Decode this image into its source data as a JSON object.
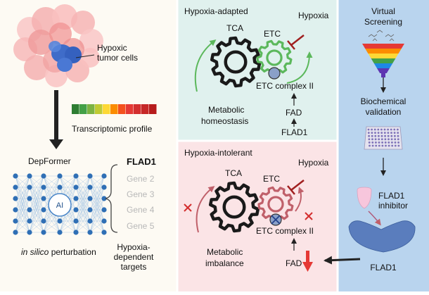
{
  "left_panel": {
    "hypoxic_label": [
      "Hypoxic",
      "tumor cells"
    ],
    "transcriptomic_label": "Transcriptomic profile",
    "depformer_label": "DepFormer",
    "ai_label": "AI",
    "genes": [
      "FLAD1",
      "Gene 2",
      "Gene 3",
      "Gene 4",
      "Gene 5"
    ],
    "perturbation_italic": "in silico",
    "perturbation_rest": " perturbation",
    "targets_label": [
      "Hypoxia-",
      "dependent",
      "targets"
    ],
    "heat_colors": [
      "#2e7d32",
      "#43a047",
      "#7cb342",
      "#c0ca33",
      "#fdd835",
      "#fb8c00",
      "#f4511e",
      "#e53935",
      "#d32f2f",
      "#c62828",
      "#b71c1c"
    ]
  },
  "adapted_panel": {
    "title": "Hypoxia-adapted",
    "tca": "TCA",
    "etc": "ETC",
    "hypoxia": "Hypoxia",
    "etc_complex": "ETC complex II",
    "fad": "FAD",
    "flad1": "FLAD1",
    "status": [
      "Metabolic",
      "homeostasis"
    ]
  },
  "intolerant_panel": {
    "title": "Hypoxia-intolerant",
    "tca": "TCA",
    "etc": "ETC",
    "hypoxia": "Hypoxia",
    "etc_complex": "ETC complex II",
    "fad": "FAD",
    "status": [
      "Metabolic",
      "imbalance"
    ]
  },
  "right_panel": {
    "virtual_screening": [
      "Virtual",
      "Screening"
    ],
    "biochemical": [
      "Biochemical",
      "validation"
    ],
    "inhibitor": [
      "FLAD1",
      "inhibitor"
    ],
    "target": "FLAD1",
    "funnel_colors": [
      "#e53935",
      "#fb8c00",
      "#fdd835",
      "#43a047",
      "#1e88e5",
      "#5e35b1"
    ]
  }
}
